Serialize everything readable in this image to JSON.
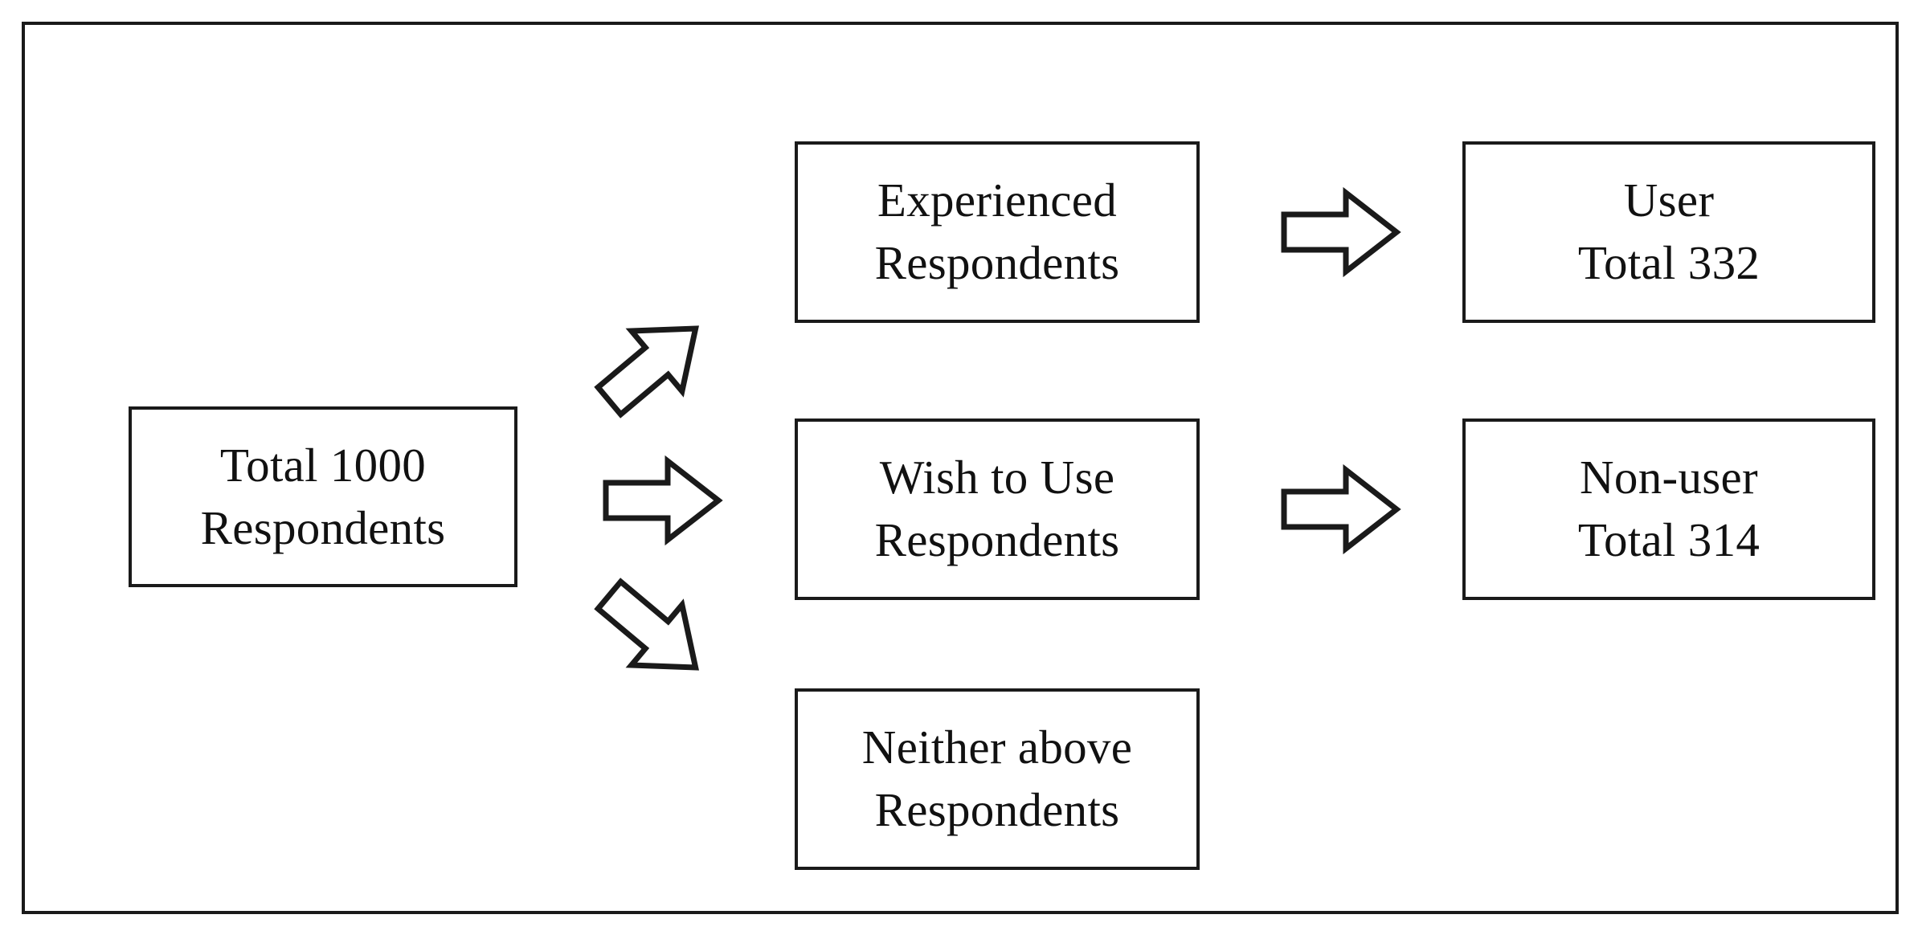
{
  "figure": {
    "type": "flow-diagram",
    "title": "",
    "background_color": "#ffffff",
    "line_color": "#1a1a1a",
    "border": "rectangular outer frame"
  },
  "nodes": {
    "total": {
      "id": "total-respondents",
      "line1": "Total 1000",
      "line2": "Respondents",
      "count": 1000
    },
    "experienced": {
      "id": "experienced-respondents",
      "line1": "Experienced",
      "line2": "Respondents"
    },
    "wish": {
      "id": "wish-to-use-respondents",
      "line1": "Wish to Use",
      "line2": "Respondents"
    },
    "neither": {
      "id": "neither-above-respondents",
      "line1": "Neither above",
      "line2": "Respondents"
    },
    "user": {
      "id": "user-total",
      "line1": "User",
      "line2": "Total 332",
      "count": 332
    },
    "nonuser": {
      "id": "non-user-total",
      "line1": "Non-user",
      "line2": "Total 314",
      "count": 314
    }
  },
  "arrows": [
    {
      "id": "arrow-to-experienced",
      "icon": "block-arrow-up-right-icon",
      "from": "total",
      "to": "experienced",
      "direction": "up-right"
    },
    {
      "id": "arrow-to-wish",
      "icon": "block-arrow-right-icon",
      "from": "total",
      "to": "wish",
      "direction": "right"
    },
    {
      "id": "arrow-to-neither",
      "icon": "block-arrow-down-right-icon",
      "from": "total",
      "to": "neither",
      "direction": "down-right"
    },
    {
      "id": "arrow-to-user",
      "icon": "block-arrow-right-icon",
      "from": "experienced",
      "to": "user",
      "direction": "right"
    },
    {
      "id": "arrow-to-nonuser",
      "icon": "block-arrow-right-icon",
      "from": "wish",
      "to": "nonuser",
      "direction": "right"
    }
  ]
}
